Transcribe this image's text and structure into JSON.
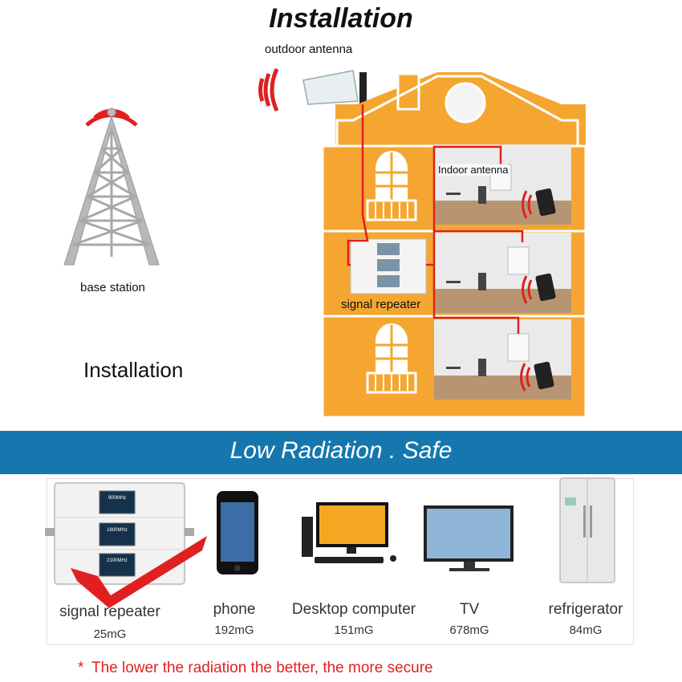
{
  "title": "Installation",
  "outdoor_antenna_label": "outdoor antenna",
  "base_station_label": "base station",
  "installation_label": "Installation",
  "indoor_antenna_label": "Indoor antenna",
  "signal_repeater_label": "signal repeater",
  "banner": "Low Radiation . Safe",
  "repeater_bands": [
    "900MHz",
    "1800MHz",
    "2100MHz"
  ],
  "devices": [
    {
      "name": "signal repeater",
      "value": "25mG"
    },
    {
      "name": "phone",
      "value": "192mG"
    },
    {
      "name": "Desktop computer",
      "value": "151mG"
    },
    {
      "name": "TV",
      "value": "678mG"
    },
    {
      "name": "refrigerator",
      "value": "84mG"
    }
  ],
  "note_star": "*",
  "note": "The lower the radiation the better, the more secure",
  "colors": {
    "house": "#f5a631",
    "banner": "#1577ad",
    "signal_red": "#e02020",
    "cable": "#e02020"
  }
}
